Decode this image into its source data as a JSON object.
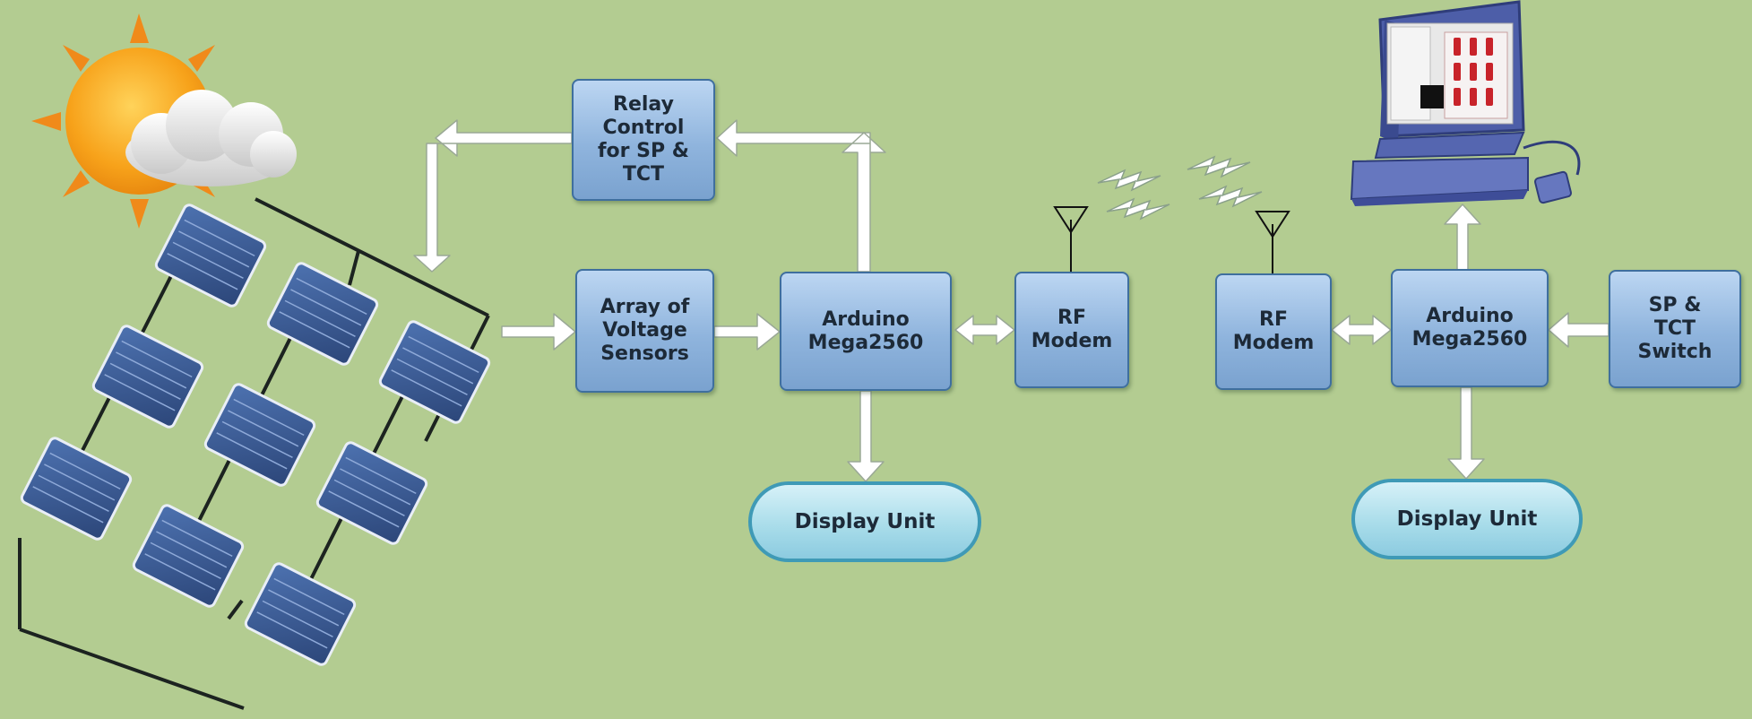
{
  "blocks": {
    "relay": "Relay\nControl\nfor SP &\nTCT",
    "sensors": "Array of\nVoltage\nSensors",
    "arduino_tx": "Arduino\nMega2560",
    "rf_tx": "RF\nModem",
    "rf_rx": "RF\nModem",
    "arduino_rx": "Arduino\nMega2560",
    "switch": "SP &\nTCT\nSwitch"
  },
  "displays": {
    "left": "Display Unit",
    "right": "Display Unit"
  },
  "colors": {
    "background": "#b3cc91",
    "block_fill": "#9dbde3",
    "block_border": "#3f6f9e",
    "arrow_fill": "#ffffff",
    "panel": "#3a5c98",
    "sun": "#f7a21a"
  },
  "icons": [
    "sun-icon",
    "cloud-icon",
    "solar-array-icon",
    "antenna-icon",
    "wireless-signal-icon",
    "computer-icon"
  ]
}
